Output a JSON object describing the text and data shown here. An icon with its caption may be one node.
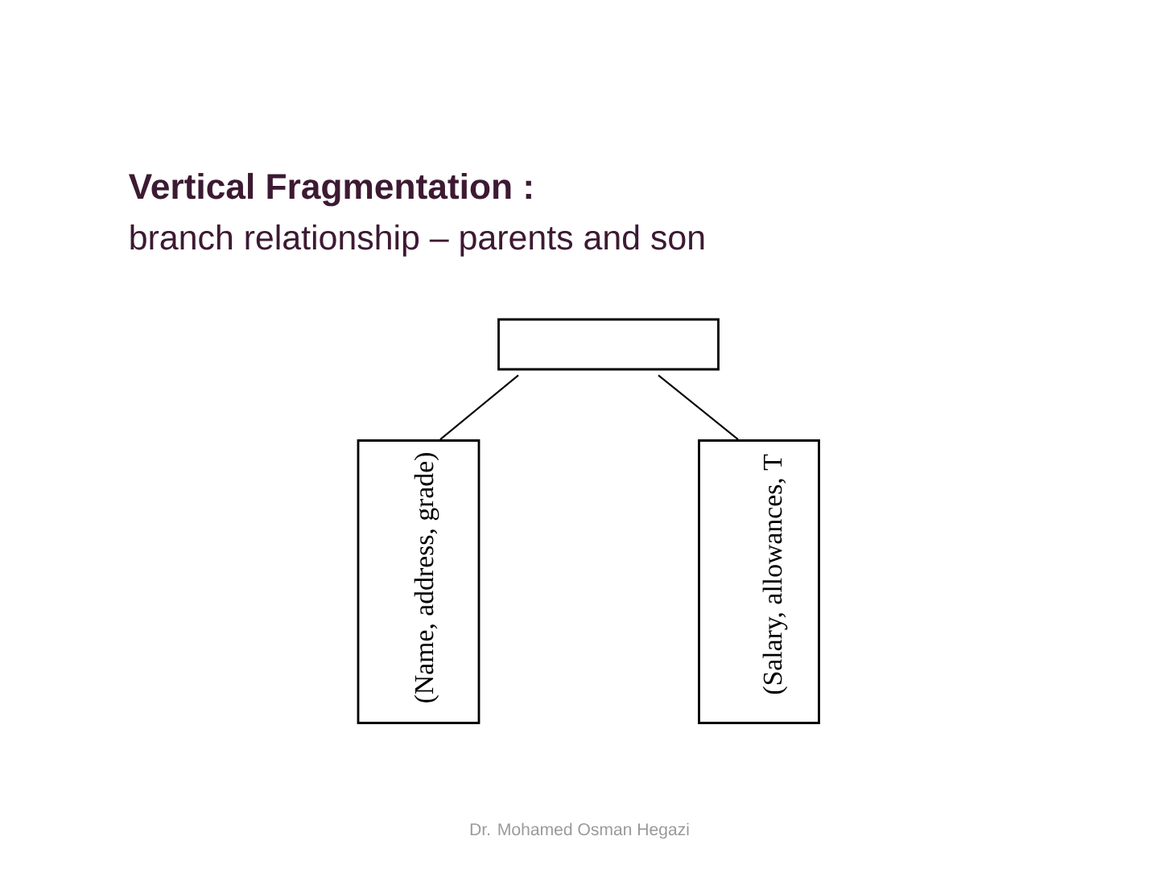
{
  "diagram": {
    "title": "Vertical Fragmentation :",
    "nodes": [
      {
        "text": [],
        "shape": "box"
      },
      {
        "text": [
          "(Name, address, grade)"
        ]
      },
      {
        "text": [
          "(Salary, allowances, T"
        ]
      }
    ],
    "edges": [
      {
        "from": 0,
        "to": 1,
        "arrow": "none"
      },
      {
        "from": 0,
        "to": 2,
        "arrow": "none"
      }
    ],
    "labels": [
      "branch relationship – parents and son",
      "Dr. Mohamed Osman Hegazi"
    ]
  }
}
